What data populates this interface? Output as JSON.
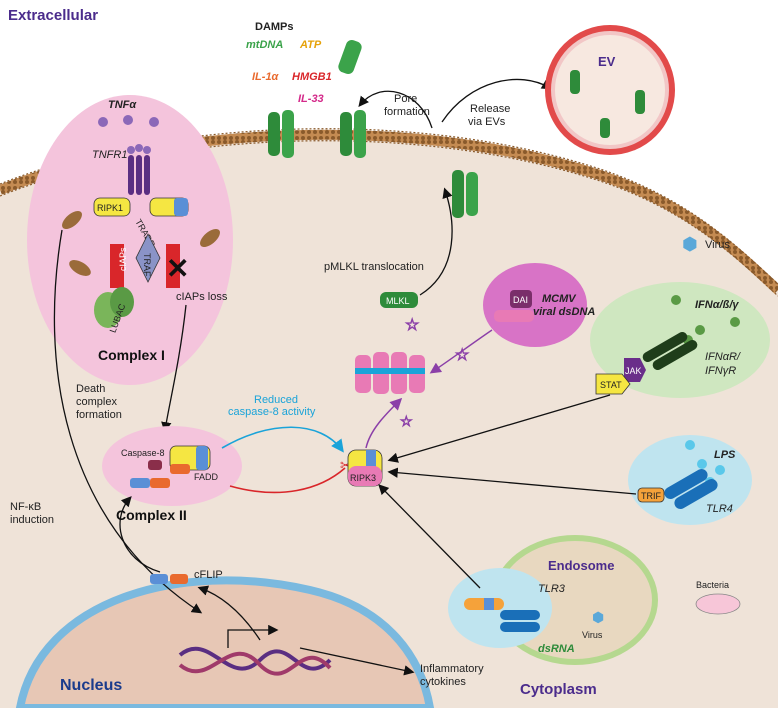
{
  "regions": {
    "extracellular": "Extracellular",
    "cytoplasm": "Cytoplasm",
    "nucleus": "Nucleus",
    "endosome": "Endosome",
    "ev": "EV"
  },
  "damps": {
    "title": "DAMPs",
    "mtdna": "mtDNA",
    "atp": "ATP",
    "il1a": "IL-1α",
    "hmgb1": "HMGB1",
    "il33": "IL-33"
  },
  "complex1": {
    "title": "Complex I",
    "tnfa": "TNFα",
    "tnfr1": "TNFR1",
    "ripk1": "RIPK1",
    "tradd": "TRADD",
    "traf": "TRAF",
    "ciaps": "cIAPs",
    "lubac": "LUBAC",
    "ciaps_loss": "cIAPs\nloss"
  },
  "complex2": {
    "title": "Complex II",
    "caspase8": "Caspase-8",
    "fadd": "FADD"
  },
  "labels": {
    "death_complex": "Death\ncomplex\nformation",
    "reduced_casp8": "Reduced\ncaspase-8 activity",
    "pore_formation": "Pore\nformation",
    "release_evs": "Release\nvia EVs",
    "pmlkl_translocation": "pMLKL translocation",
    "mlkl": "MLKL",
    "ripk3": "RIPK3",
    "nfkb": "NF-κB\ninduction",
    "cflip": "cFLIP",
    "inflammatory": "Inflammatory\ncytokines",
    "virus": "Virus",
    "virus2": "Virus",
    "bacteria": "Bacteria"
  },
  "mcmv": {
    "dai": "DAI",
    "title": "MCMV\nviral dsDNA"
  },
  "ifn": {
    "title": "IFNα/ß/γ",
    "receptor": "IFNαR/\nIFNγR",
    "jak": "JAK",
    "stat": "STAT"
  },
  "tlr4": {
    "lps": "LPS",
    "trif": "TRIF",
    "tlr4": "TLR4"
  },
  "tlr3": {
    "tlr3": "TLR3",
    "dsrna": "dsRNA"
  },
  "colors": {
    "cytoplasm": "#efe3d8",
    "membrane": "#9b6a3a",
    "pink_region": "#f4c4dc",
    "green_region": "#cfe7c0",
    "blue_region": "#bfe4ef",
    "mlkl_green": "#2e8b3a",
    "arrow_blue": "#1aa3d9",
    "arrow_red": "#d9262a",
    "arrow_purple": "#8b3fa8"
  }
}
